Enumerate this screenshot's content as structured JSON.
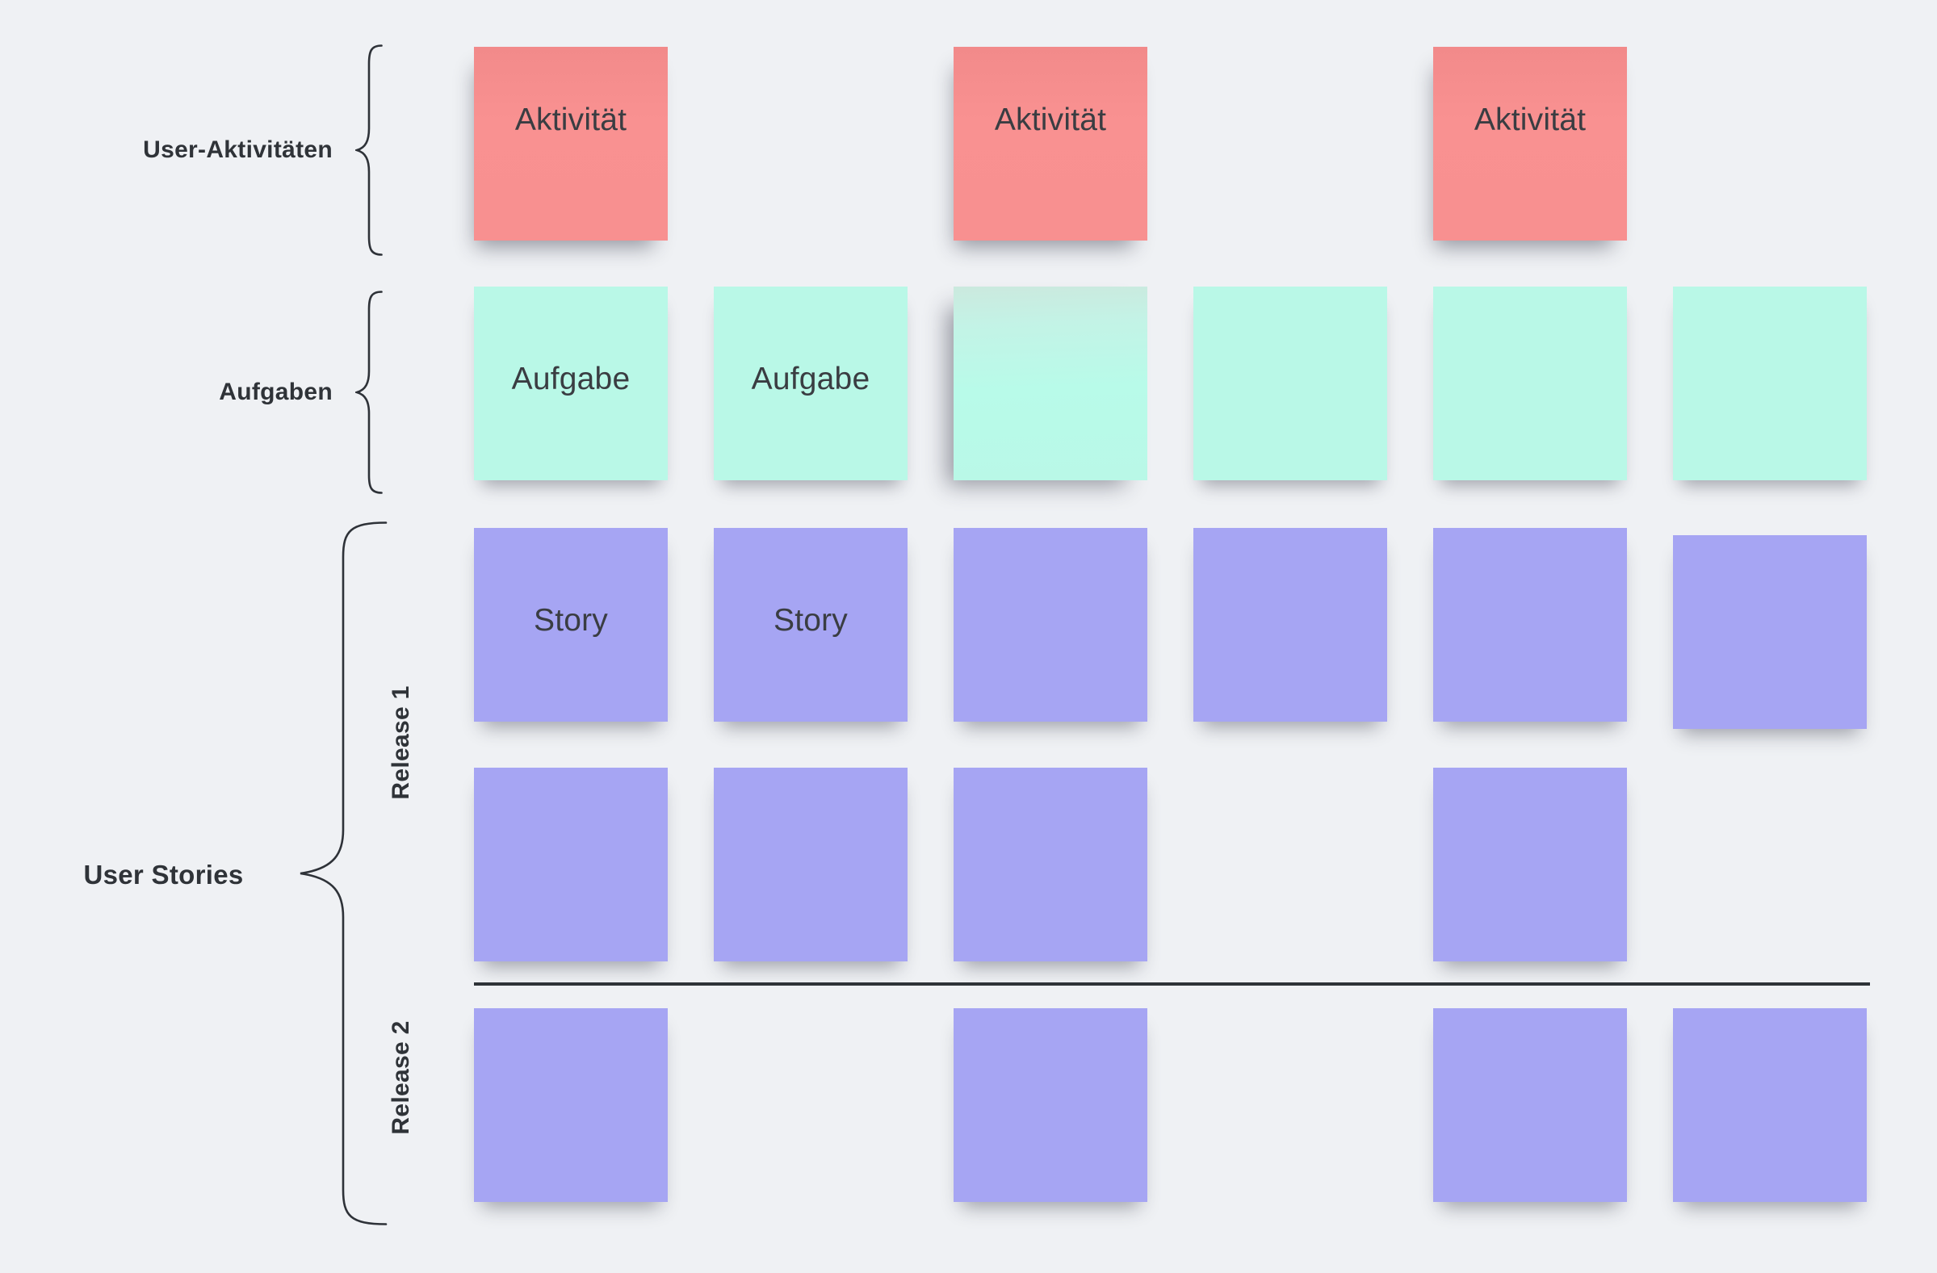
{
  "canvas": {
    "background": "#eff1f4"
  },
  "colors": {
    "activity_note": "#f89090",
    "task_note": "#b9f8e7",
    "story_note": "#a6a5f3",
    "note_text": "#3a3d42",
    "label_text": "#2f3338",
    "brace_stroke": "#2e3238",
    "divider": "#2e3338"
  },
  "side_labels": {
    "activities": "User-Aktivitäten",
    "tasks": "Aufgaben",
    "stories": "User Stories",
    "release_1": "Release 1",
    "release_2": "Release 2"
  },
  "board": {
    "columns": 6,
    "rows": [
      {
        "id": "activities",
        "type": "activity",
        "notes": [
          {
            "col": 1,
            "text": "Aktivität"
          },
          {
            "col": 3,
            "text": "Aktivität"
          },
          {
            "col": 5,
            "text": "Aktivität"
          }
        ]
      },
      {
        "id": "tasks",
        "type": "task",
        "notes": [
          {
            "col": 1,
            "text": "Aufgabe"
          },
          {
            "col": 2,
            "text": "Aufgabe"
          },
          {
            "col": 3,
            "text": ""
          },
          {
            "col": 4,
            "text": ""
          },
          {
            "col": 5,
            "text": ""
          },
          {
            "col": 6,
            "text": ""
          }
        ]
      },
      {
        "id": "stories_release1_row1",
        "type": "story",
        "release": "Release 1",
        "notes": [
          {
            "col": 1,
            "text": "Story"
          },
          {
            "col": 2,
            "text": "Story"
          },
          {
            "col": 3,
            "text": ""
          },
          {
            "col": 4,
            "text": ""
          },
          {
            "col": 5,
            "text": ""
          },
          {
            "col": 6,
            "text": ""
          }
        ]
      },
      {
        "id": "stories_release1_row2",
        "type": "story",
        "release": "Release 1",
        "notes": [
          {
            "col": 1,
            "text": ""
          },
          {
            "col": 2,
            "text": ""
          },
          {
            "col": 3,
            "text": ""
          },
          {
            "col": 5,
            "text": ""
          }
        ]
      },
      {
        "id": "stories_release2_row1",
        "type": "story",
        "release": "Release 2",
        "notes": [
          {
            "col": 1,
            "text": ""
          },
          {
            "col": 3,
            "text": ""
          },
          {
            "col": 5,
            "text": ""
          },
          {
            "col": 6,
            "text": ""
          }
        ]
      }
    ]
  }
}
